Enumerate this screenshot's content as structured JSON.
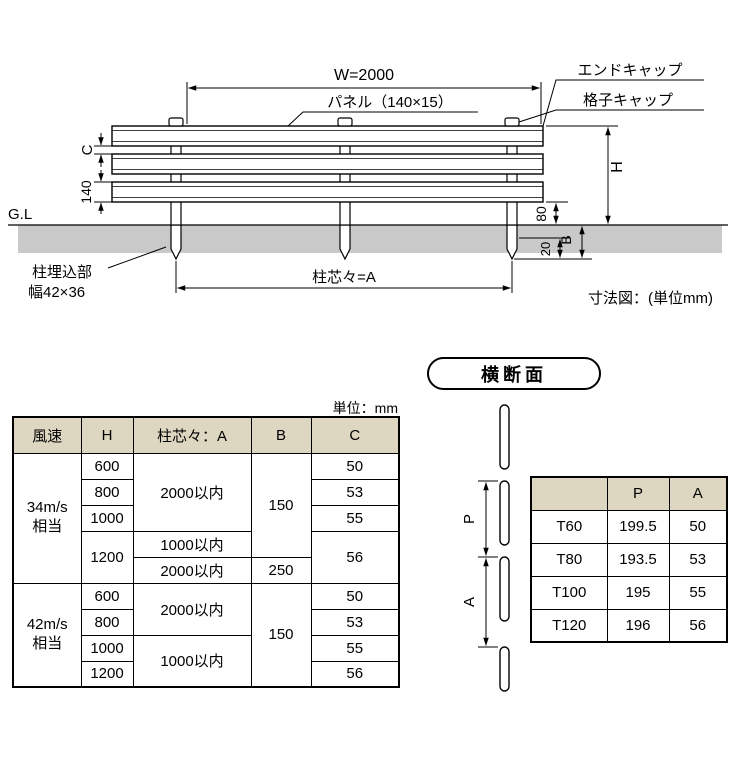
{
  "elevation": {
    "w_label": "W=2000",
    "panel_label": "パネル（140×15）",
    "end_cap_label": "エンドキャップ",
    "lattice_cap_label": "格子キャップ",
    "c_label": "C",
    "height_140": "140",
    "gl_label": "G.L",
    "embed_label_line1": "柱埋込部",
    "embed_label_line2": "幅42×36",
    "post_pitch_label": "柱芯々=A",
    "h_label": "H",
    "dim_80": "80",
    "dim_20": "20",
    "b_label": "B",
    "unit_note": "寸法図：(単位mm)"
  },
  "cross_section": {
    "title": "横断面",
    "p_label": "P",
    "a_label": "A"
  },
  "wind_table": {
    "unit_label": "単位：mm",
    "headers": [
      "風速",
      "H",
      "柱芯々：A",
      "B",
      "C"
    ],
    "g34": {
      "wind_line1": "34m/s",
      "wind_line2": "相当",
      "h": [
        "600",
        "800",
        "1000",
        "1200"
      ],
      "a_upper": "2000以内",
      "a_1200_first": "1000以内",
      "a_1200_second": "2000以内",
      "b_main": "150",
      "b_alt": "250",
      "c": [
        "50",
        "53",
        "55",
        "56"
      ]
    },
    "g42": {
      "wind_line1": "42m/s",
      "wind_line2": "相当",
      "h": [
        "600",
        "800",
        "1000",
        "1200"
      ],
      "a_upper": "2000以内",
      "a_lower": "1000以内",
      "b_main": "150",
      "c": [
        "50",
        "53",
        "55",
        "56"
      ]
    }
  },
  "type_table": {
    "col_p": "P",
    "col_a": "A",
    "rows": [
      {
        "type": "T60",
        "p": "199.5",
        "a": "50"
      },
      {
        "type": "T80",
        "p": "193.5",
        "a": "53"
      },
      {
        "type": "T100",
        "p": "195",
        "a": "55"
      },
      {
        "type": "T120",
        "p": "196",
        "a": "56"
      }
    ]
  }
}
